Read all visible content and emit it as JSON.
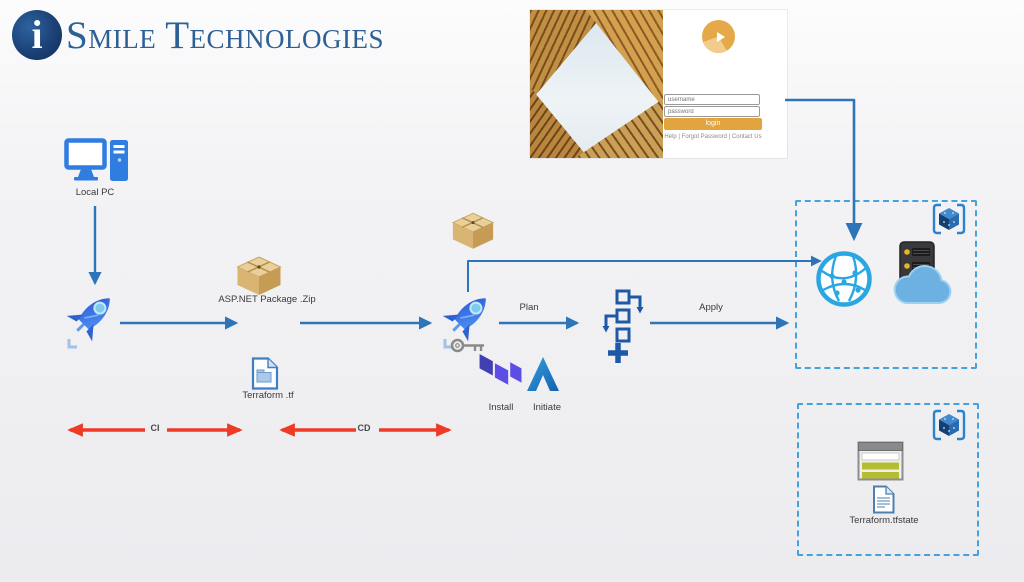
{
  "brand": {
    "initial": "i",
    "word1_cap": "S",
    "word1_rest": "MILE",
    "word2_cap": "T",
    "word2_rest": "ECHNOLOGIES",
    "text_color": "#2d6096"
  },
  "login_screenshot": {
    "username_placeholder": "username",
    "password_placeholder": "password",
    "login_button_label": "login",
    "footer_links": "Help | Forgot Password | Contact Us",
    "accent_gold": "#e2a43e"
  },
  "diagram": {
    "colors": {
      "arrow_blue": "#2e74b8",
      "dashed_border_blue": "#45a2de",
      "red_arrow": "#ee3a26",
      "rocket_blue": "#3b78e8",
      "terraform_purple": "#5c4ee5",
      "azure_blue": "#2179c8",
      "globe_blue": "#2aa7e2",
      "package_tan": "#d9b473",
      "storage_olive": "#b5bd33"
    },
    "labels": {
      "local_pc": "Local PC",
      "package": "ASP.NET Package .Zip",
      "terraform_file": "Terraform .tf",
      "plan": "Plan",
      "apply": "Apply",
      "install": "Install",
      "initiate": "Initiate",
      "tfstate": "Terraform.tfstate",
      "ci": "CI",
      "cd": "CD"
    },
    "icons": [
      "local-pc-icon",
      "azure-devops-rocket-icon",
      "package-box-icon",
      "terraform-file-icon",
      "key-icon",
      "terraform-logo-icon",
      "azure-logo-icon",
      "pipeline-tasks-icon",
      "plus-icon",
      "web-app-globe-icon",
      "server-icon",
      "cloud-icon",
      "resource-group-cube-icon",
      "storage-table-icon",
      "tfstate-file-icon",
      "building-photo",
      "login-logo-circle"
    ]
  }
}
